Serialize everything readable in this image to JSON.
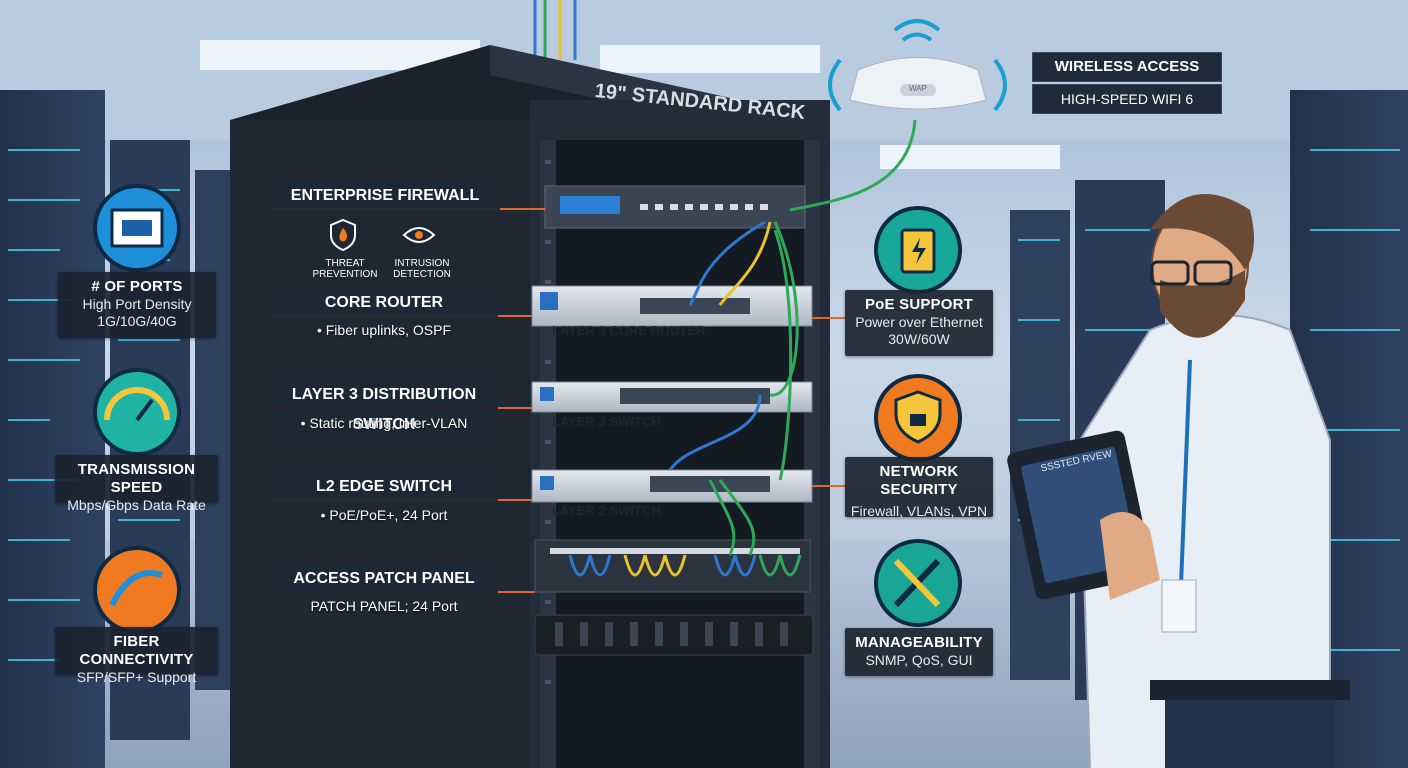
{
  "rack": {
    "title": "19\" STANDARD RACK"
  },
  "wap": {
    "title": "WIRELESS ACCESS POINT",
    "subtitle": "HIGH-SPEED WIFI 6",
    "device_label": "WAP"
  },
  "rack_callouts": [
    {
      "id": "firewall",
      "title": "ENTERPRISE FIREWALL",
      "sub": ""
    },
    {
      "id": "core-router",
      "title": "CORE ROUTER",
      "sub": "• Fiber uplinks, OSPF"
    },
    {
      "id": "distribution",
      "title": "LAYER 3 DISTRIBUTION SWITCH",
      "sub": "• Static routing, inter-VLAN"
    },
    {
      "id": "edge",
      "title": "L2 EDGE SWITCH",
      "sub": "• PoE/PoE+, 24 Port"
    },
    {
      "id": "patch",
      "title": "ACCESS PATCH PANEL",
      "sub": "PATCH PANEL; 24 Port"
    }
  ],
  "firewall_features": [
    {
      "line1": "THREAT",
      "line2": "PREVENTION"
    },
    {
      "line1": "INTRUSION",
      "line2": "DETECTION"
    }
  ],
  "device_labels": {
    "core": "LAYER 3 CORE ROUTER",
    "l3": "LAYER 3 SWITCH",
    "l2": "LAYER 2 SWITCH"
  },
  "left_features": [
    {
      "title": "# OF PORTS",
      "lines": [
        "High Port Density",
        "1G/10G/40G"
      ],
      "icon": "ethernet-port-icon",
      "color": "#1e8fd8"
    },
    {
      "title": "TRANSMISSION SPEED",
      "lines": [
        "Mbps/Gbps Data Rate"
      ],
      "icon": "speedometer-icon",
      "color": "#1fb3a6"
    },
    {
      "title": "FIBER CONNECTIVITY",
      "lines": [
        "SFP/SFP+ Support"
      ],
      "icon": "fiber-cable-icon",
      "color": "#f07a22"
    }
  ],
  "right_features": [
    {
      "title": "PoE SUPPORT",
      "lines": [
        "Power over Ethernet",
        "30W/60W"
      ],
      "icon": "battery-bolt-icon",
      "color": "#18a89b"
    },
    {
      "title": "NETWORK SECURITY",
      "lines": [
        "Firewall, VLANs, VPN"
      ],
      "icon": "shield-lock-icon",
      "color": "#ef7a1f"
    },
    {
      "title": "MANAGEABILITY",
      "lines": [
        "SNMP, QoS, GUI"
      ],
      "icon": "wrench-screwdriver-icon",
      "color": "#1aa694"
    }
  ],
  "tablet": {
    "screen_title": "SSSTED RVEW"
  },
  "colors": {
    "rack": "#1f2733",
    "cable_blue": "#2f78d0",
    "cable_yellow": "#e9c22c",
    "cable_green": "#2fa858",
    "callout_line": "#e0682c"
  }
}
